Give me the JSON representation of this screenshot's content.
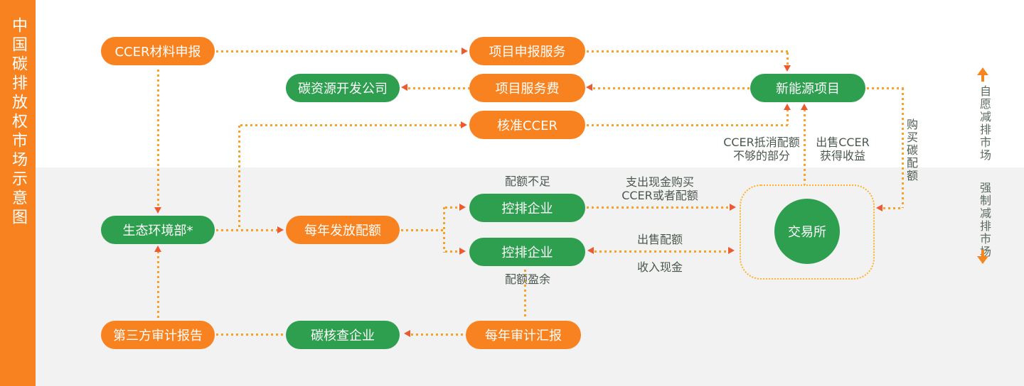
{
  "page": {
    "title_vertical": "中国碳排放权市场示意图"
  },
  "colors": {
    "accent_orange": "#F8821F",
    "accent_green": "#2D9F4E",
    "dot_line": "#F9A326",
    "arrowhead": "#ED5A31",
    "dashed_box": "#FFB42C",
    "label_text": "#4C584E",
    "bottom_region_bg": "#F2F2F2"
  },
  "markets": {
    "voluntary": "自愿减排市场",
    "mandatory": "强制减排市场"
  },
  "nodes": {
    "ccer_material": "CCER材料申报",
    "project_apply": "项目申报服务",
    "carbon_dev_co": "碳资源开发公司",
    "project_fee": "项目服务费",
    "new_energy": "新能源项目",
    "ccer_approve": "核准CCER",
    "moee": "生态环境部*",
    "annual_quota": "每年发放配额",
    "enterprise_deficit": "控排企业",
    "enterprise_surplus": "控排企业",
    "exchange": "交易所",
    "third_party_report": "第三方审计报告",
    "carbon_verify": "碳核查企业",
    "annual_audit": "每年审计汇报"
  },
  "annotations": {
    "quota_deficit": "配额不足",
    "quota_surplus": "配额盈余",
    "pay_cash_line1": "支出现金购买",
    "pay_cash_line2": "CCER或者配额",
    "sell_quota": "出售配额",
    "receive_cash": "收入现金",
    "ccer_offset_line1": "CCER抵消配额",
    "ccer_offset_line2": "不够的部分",
    "sell_ccer_line1": "出售CCER",
    "sell_ccer_line2": "获得收益",
    "buy_carbon_quota": "购买碳配额"
  }
}
